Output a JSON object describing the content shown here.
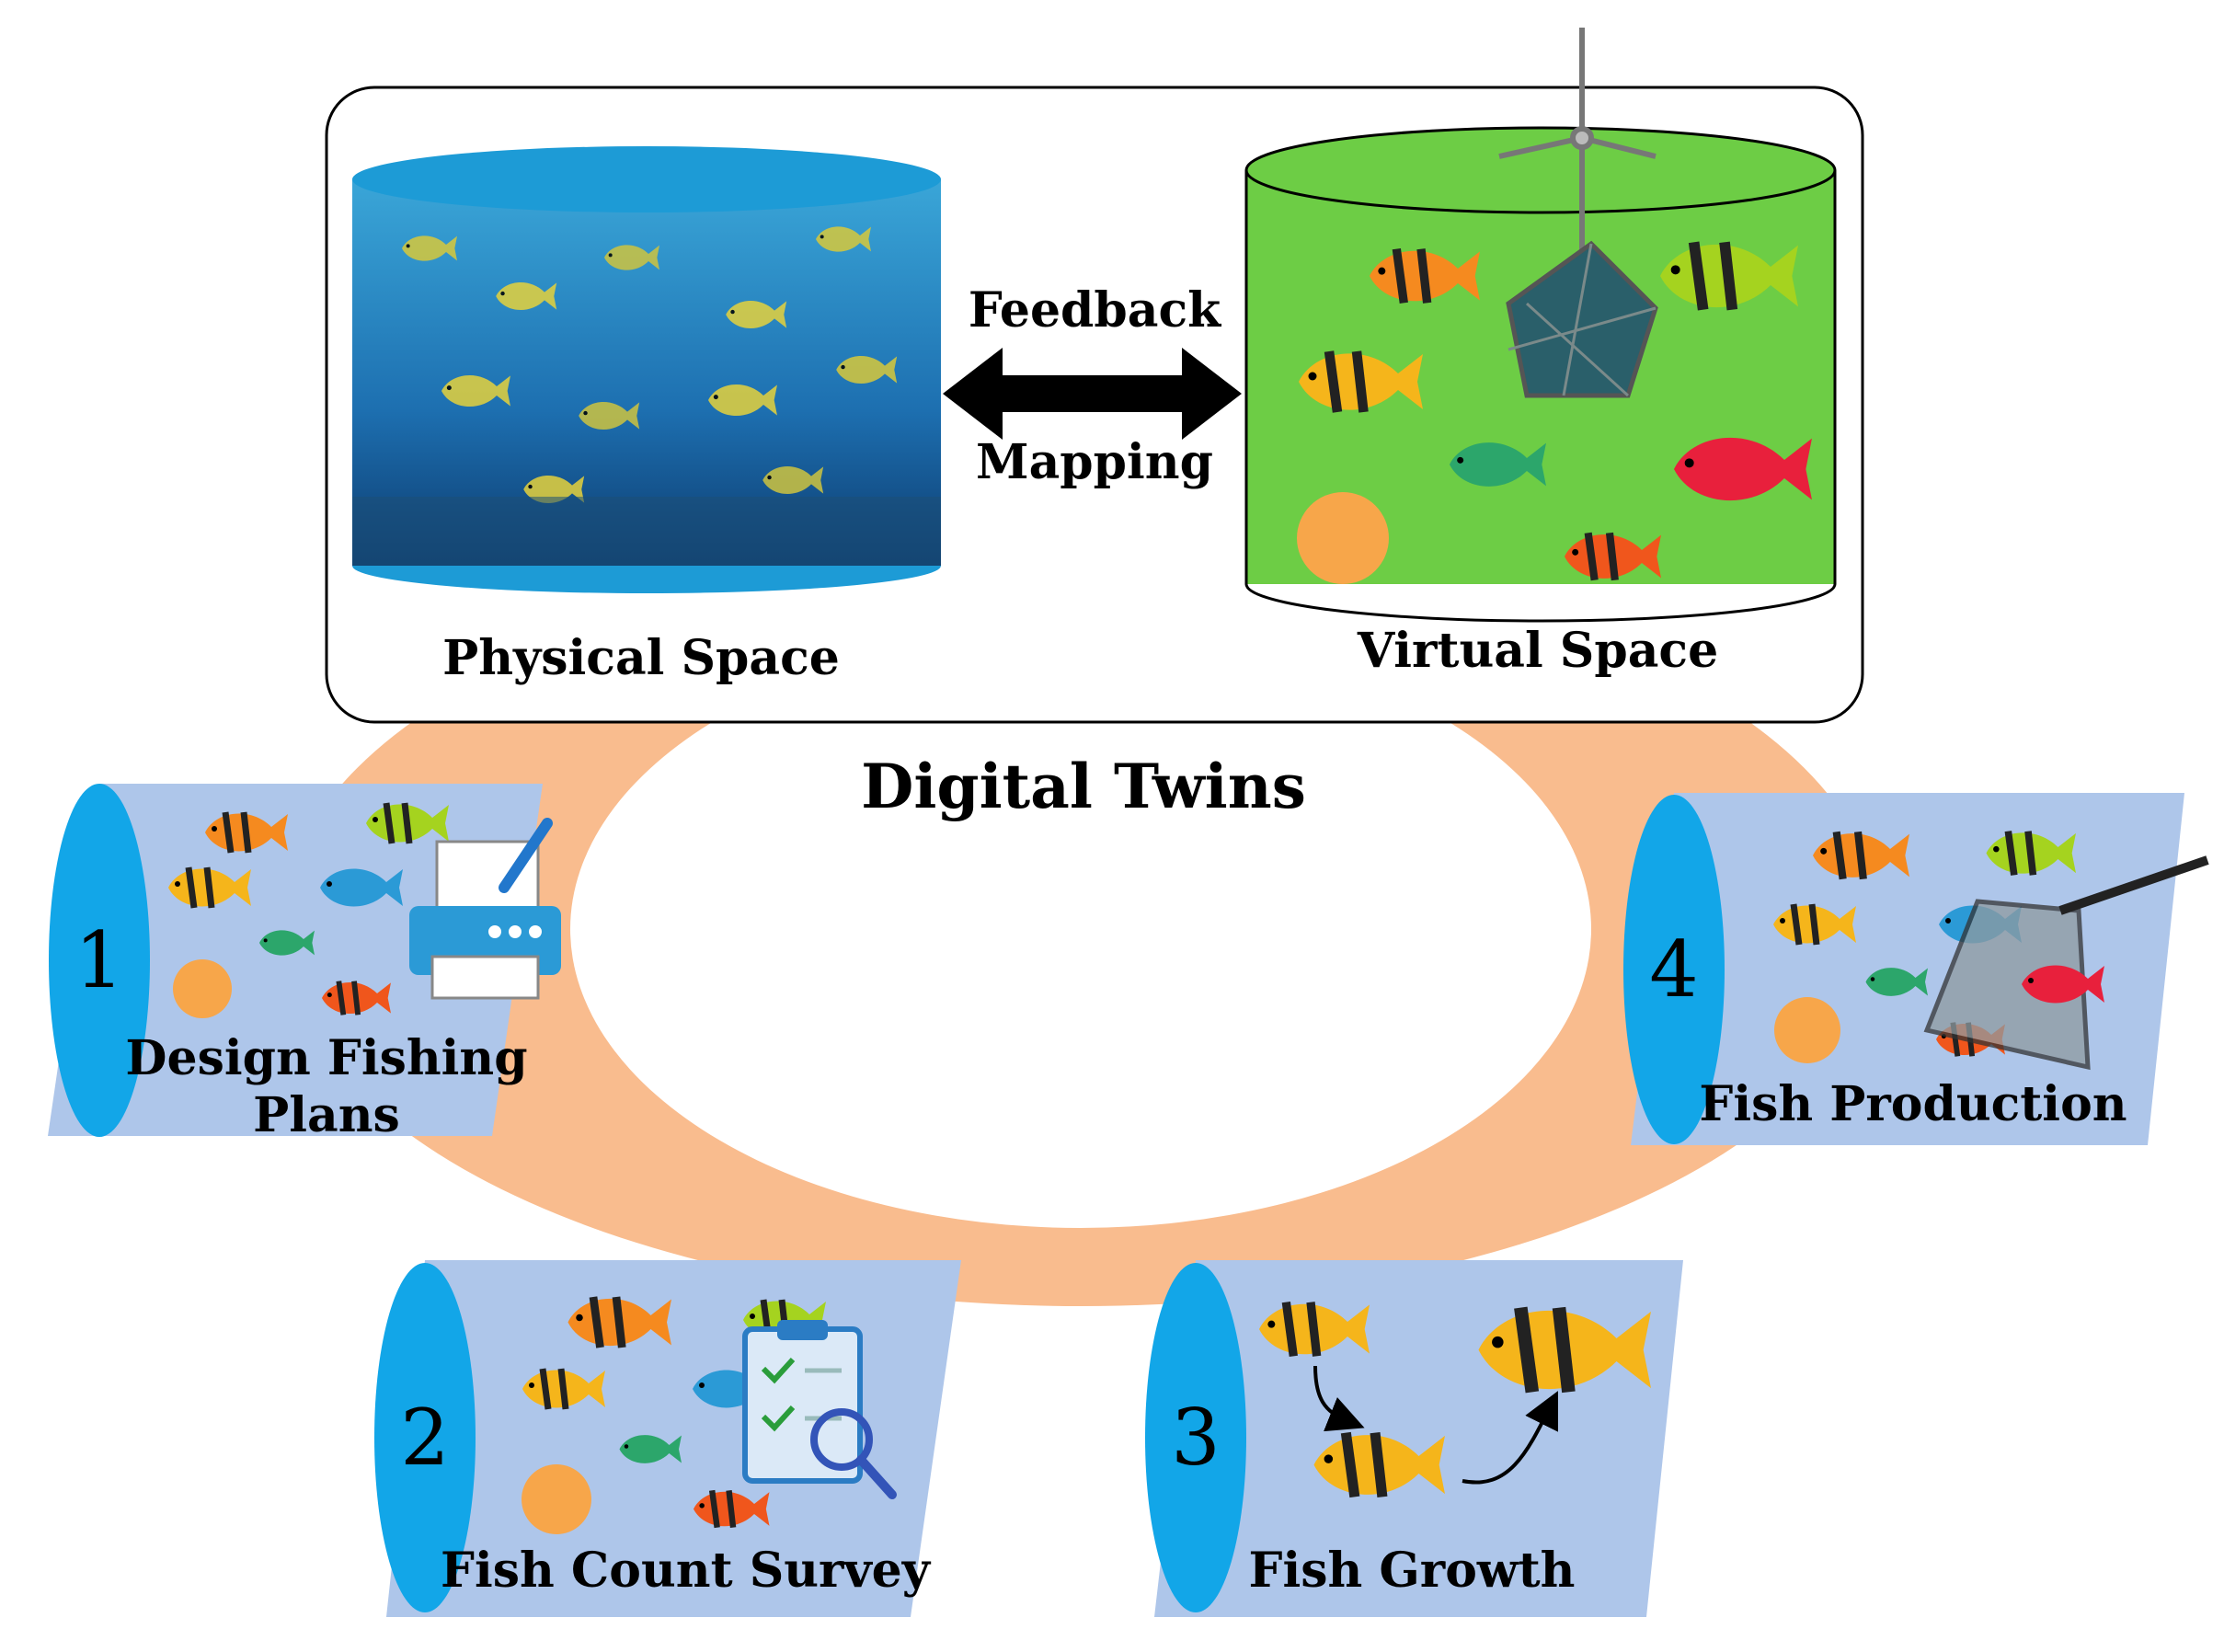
{
  "top_panel": {
    "physical_label": "Physical Space",
    "virtual_label": "Virtual Space",
    "feedback_label": "Feedback",
    "mapping_label": "Mapping"
  },
  "center_label": "Digital Twins",
  "stages": [
    {
      "number": "1",
      "label_line1": "Design Fishing",
      "label_line2": "Plans"
    },
    {
      "number": "2",
      "label_line1": "Fish Count Survey"
    },
    {
      "number": "3",
      "label_line1": "Fish Growth"
    },
    {
      "number": "4",
      "label_line1": "Fish Production"
    }
  ],
  "colors": {
    "ring": "#f9bc8e",
    "card": "#aec6ea",
    "card_edge": "#12a6e8",
    "water": "#1a5fa8",
    "virtual_green": "#6dcd45",
    "arrow": "#000000"
  },
  "icons": [
    "fish-icon",
    "turbine-icon",
    "printer-icon",
    "pen-icon",
    "clipboard-icon",
    "magnifier-icon",
    "net-icon"
  ]
}
